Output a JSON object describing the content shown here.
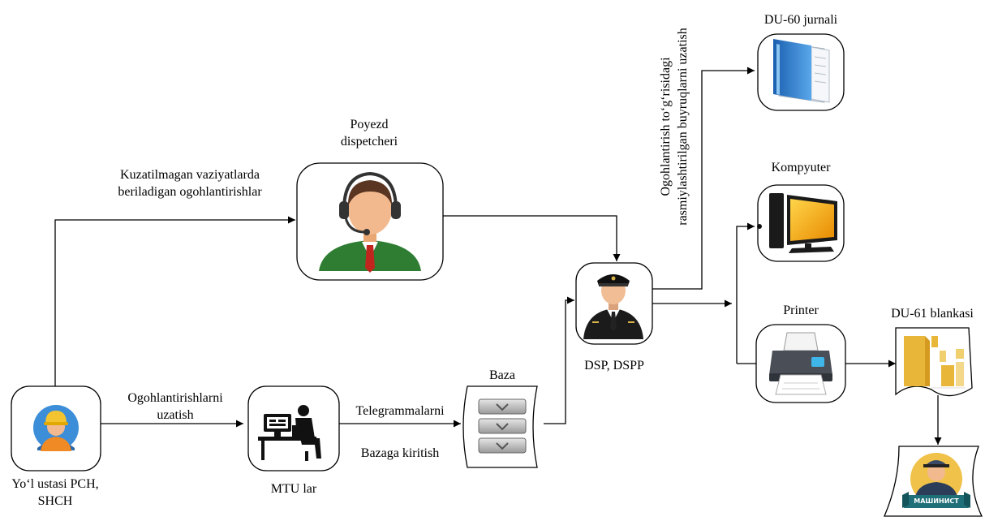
{
  "nodes": {
    "worker": {
      "label_line1": "Yo‘l ustasi PCH,",
      "label_line2": "SHCH",
      "icon": "road-worker-icon"
    },
    "dispatcher": {
      "label_line1": "Poyezd",
      "label_line2": "dispetcheri",
      "icon": "headset-operator-icon"
    },
    "mtu": {
      "label": "MTU lar",
      "icon": "operator-at-desk-icon"
    },
    "baza": {
      "label": "Baza",
      "icon": "database-server-icon"
    },
    "dsp": {
      "label": "DSP, DSPP",
      "icon": "pilot-officer-icon"
    },
    "journal": {
      "label": "DU-60 jurnali",
      "icon": "journal-book-icon"
    },
    "computer": {
      "label": "Kompyuter",
      "icon": "computer-monitor-icon"
    },
    "printer": {
      "label": "Printer",
      "icon": "printer-icon"
    },
    "blank": {
      "label": "DU-61 blankasi",
      "icon": "document-form-icon"
    },
    "driver": {
      "badge": "МАШИНИСТ",
      "icon": "train-driver-icon"
    }
  },
  "edges": {
    "worker_to_dispatcher_line1": "Kuzatilmagan vaziyatlarda",
    "worker_to_dispatcher_line2": "beriladigan ogohlantirishlar",
    "worker_to_mtu_line1": "Ogohlantirishlarni",
    "worker_to_mtu_line2": "uzatish",
    "mtu_to_baza_top": "Telegrammalarni",
    "mtu_to_baza_bottom": "Bazaga kiritish",
    "dsp_to_journal_line1": "Ogohlantirish to‘g‘risidagi",
    "dsp_to_journal_line2": "rasmiylashtirilgan buyruqlarni uzatish"
  },
  "colors": {
    "line": "#000000",
    "journal_blue": "#2e7fd3",
    "monitor_yellow": "#f6b40b",
    "suit_green": "#2f7d32",
    "tie_red": "#c0261d",
    "blank_gold": "#e8b73a",
    "server_gray": "#a8a8a8",
    "badge_teal": "#1f6f78"
  }
}
